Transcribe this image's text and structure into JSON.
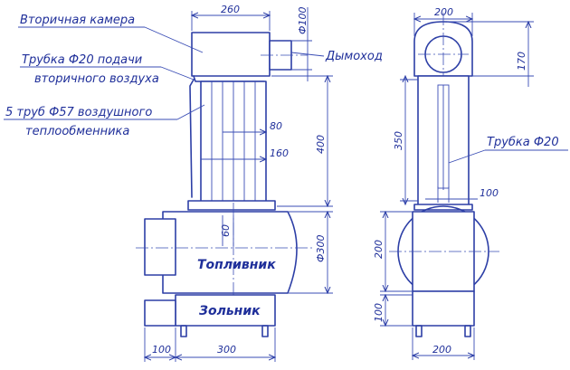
{
  "labels": {
    "secondary_chamber": "Вторичная камера",
    "tube_line1": "Трубка Ф20 подачи",
    "tube_line2": "вторичного воздуха",
    "pipes_line1": "5 труб Ф57 воздушного",
    "pipes_line2": "теплообменника",
    "chimney": "Дымоход",
    "firebox": "Топливник",
    "ashbox": "Зольник",
    "tube_right": "Трубка Ф20"
  },
  "dims": {
    "d260": "260",
    "d100_phi": "Ф100",
    "d80": "80",
    "d160": "160",
    "d400": "400",
    "d60": "60",
    "d300_phi": "Ф300",
    "d100_bottom": "100",
    "d300_bottom": "300",
    "d200_top": "200",
    "d170": "170",
    "d350": "350",
    "d100_right": "100",
    "d200_mid": "200",
    "d100_right_bottom": "100",
    "d200_bottom": "200"
  },
  "colors": {
    "ink": "#2d3fa6",
    "background": "#ffffff"
  }
}
